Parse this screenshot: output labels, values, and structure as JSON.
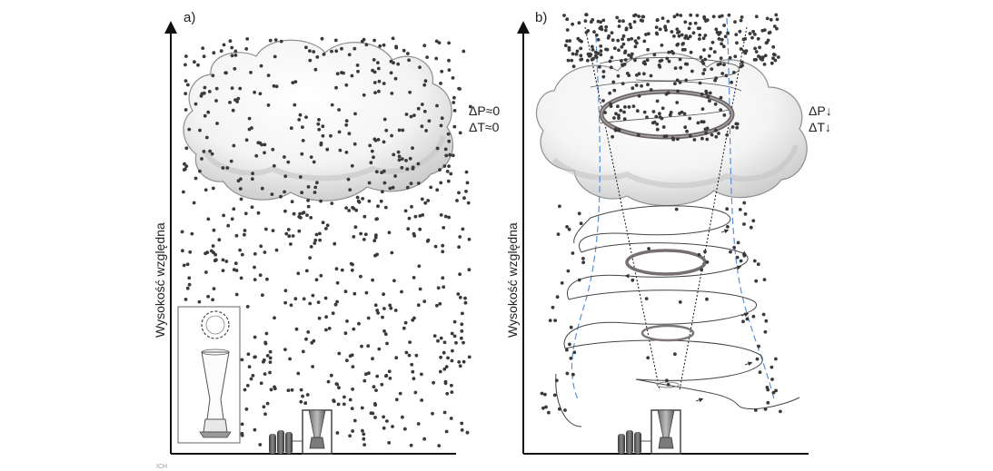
{
  "panels": [
    {
      "id": "a",
      "label": "a)",
      "y_axis_label": "Wysokość względna",
      "annotation_lines": [
        "ΔP≈0",
        "ΔT≈0"
      ]
    },
    {
      "id": "b",
      "label": "b)",
      "y_axis_label": "Wysokość względna",
      "annotation_lines": [
        "ΔP↓",
        "ΔT↓"
      ]
    }
  ],
  "credit": "ICH",
  "colors": {
    "particles": "#3a3a3a",
    "axis": "#111111",
    "cloud_fill": "#f4f4f4",
    "vortex_ring": "#7a7373",
    "cone_outline": "#5b8fd6",
    "spiral": "#444444",
    "equipment": "#555555"
  },
  "icons": [
    "cloud-shape",
    "gas-cylinder-icon",
    "vortex-generator-icon",
    "generator-cross-section-icon",
    "vortex-ring-icon"
  ]
}
